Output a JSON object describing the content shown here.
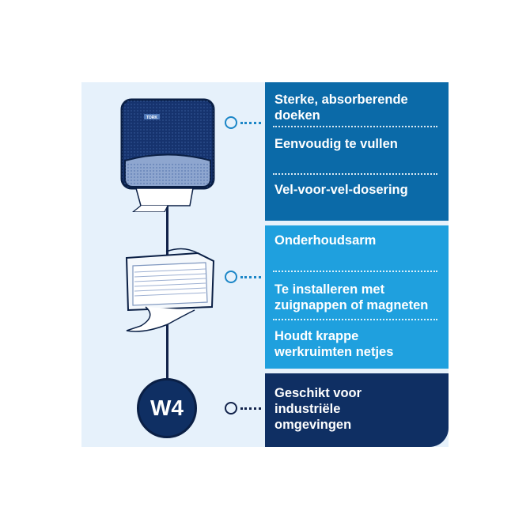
{
  "brand": "TORK",
  "panel_top": {
    "items": [
      "Sterke, absorberende doeken",
      "Eenvoudig te vullen",
      "Vel-voor-vel-dosering"
    ]
  },
  "panel_middle": {
    "items": [
      "Onderhoudsarm",
      "Te installeren met zuignappen of magneten",
      "Houdt krappe werkruimten netjes"
    ]
  },
  "panel_bottom": {
    "items": [
      "Geschikt voor industriële omgevingen"
    ]
  },
  "badge": "W4",
  "colors": {
    "panel_top": "#0b6aa8",
    "panel_middle": "#1fa0de",
    "panel_bottom": "#0f2f63",
    "background": "#e6f1fb",
    "connector": "#1b86c7"
  }
}
